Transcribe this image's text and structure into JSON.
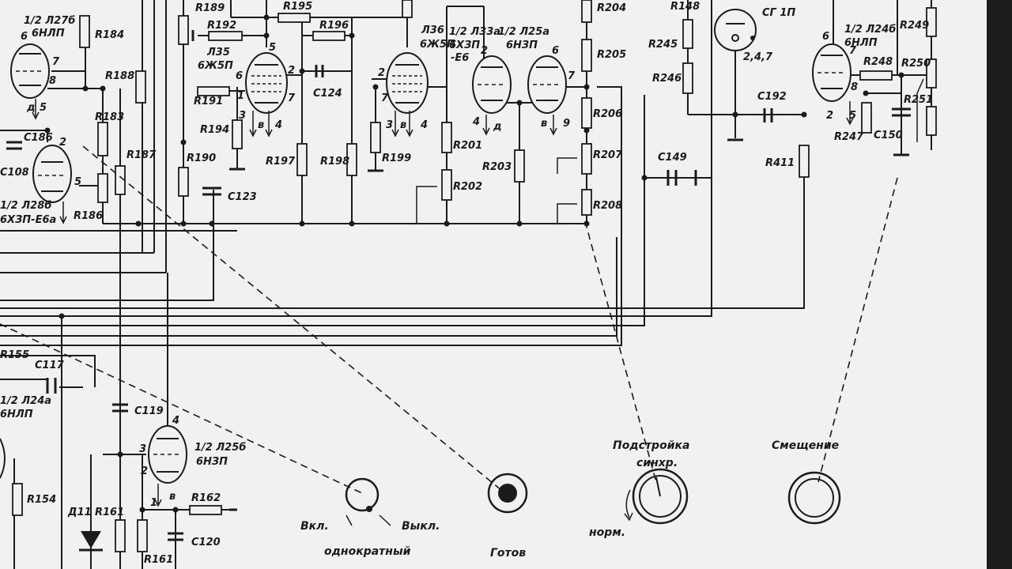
{
  "labels": {
    "l_r189": "R189",
    "l_r195": "R195",
    "l_r204": "R204",
    "l_r192": "R192",
    "l_r196": "R196",
    "l_r184": "R184",
    "l_r188": "R188",
    "l_r183": "R183",
    "l_r187": "R187",
    "l_r186": "R186",
    "l_r190": "R190",
    "l_r191": "R191",
    "l_r194": "R194",
    "l_r197": "R197",
    "l_r198": "R198",
    "l_r199": "R199",
    "l_r201": "R201",
    "l_r202": "R202",
    "l_r203": "R203",
    "l_r205": "R205",
    "l_r206": "R206",
    "l_r207": "R207",
    "l_r208": "R208",
    "l_r245": "R245",
    "l_r246": "R246",
    "l_r248": "R248",
    "l_r250": "R250",
    "l_r251": "R251",
    "l_r247": "R247",
    "l_r249": "R249",
    "l_r411": "R411",
    "l_r155": "R155",
    "l_r154": "R154",
    "l_r161a": "R161",
    "l_r161b": "R161",
    "l_r162": "R162",
    "l_c186": "C186",
    "l_c108": "C108",
    "l_c124": "C124",
    "l_c123": "C123",
    "l_c149": "C149",
    "l_c192": "C192",
    "l_c150": "C150",
    "l_c117": "C117",
    "l_c119": "C119",
    "l_c120": "C120",
    "l_d11": "Д11",
    "l_l27b": "1/2 Л27б",
    "l_bnp1": "6НЛП",
    "l_l28b": "1/2 Л28б",
    "l_bkhp_eva": "6ХЗП-Е6а",
    "l_l35": "Л35",
    "l_bzh5p1": "6Ж5П",
    "l_l36": "Л36",
    "l_bzh5p2": "6Ж5П",
    "l_l33a": "1/2 Л33а",
    "l_bkhp": "6ХЗП",
    "l_ev": "-Е6",
    "l_l25a": "1/2 Л25а",
    "l_bn3p": "6НЗП",
    "l_l24b": "1/2 Л24б",
    "l_bnp2": "6НЛП",
    "l_l24a": "1/2 Л24а",
    "l_bnp3": "6НЛП",
    "l_l25b": "1/2 Л25б",
    "l_bn3p2": "6НЗП",
    "l_sg1p": "СГ 1П",
    "l_247": "2,4,7",
    "l_r148": "R148",
    "k_vkl": "Вкл.",
    "k_vykl": "Выкл.",
    "k_odnokr": "однократный",
    "k_gotov": "Готов",
    "k_podstr1": "Подстройка",
    "k_podstr2": "синхр.",
    "k_norm": "норм.",
    "k_smesh": "Смещение",
    "p_6": "6",
    "p_7": "7",
    "p_8": "8",
    "p_d": "д",
    "p_5": "5",
    "p_2": "2",
    "p_5b": "5",
    "p_1": "1",
    "p_3": "3",
    "p_v": "в",
    "p_4": "4",
    "p_6b": "6",
    "p_2b": "2",
    "p_7b": "7",
    "p_5c": "5",
    "p_2c": "2",
    "p_7c": "7",
    "p_3b": "3",
    "p_vb": "в",
    "p_4b": "4",
    "p_2d": "2",
    "p_4c": "4",
    "p_dd": "д",
    "p_6c": "6",
    "p_7d": "7",
    "p_vc": "в",
    "p_9": "9",
    "p_6d": "6",
    "p_7e": "7",
    "p_8b": "8",
    "p_2e": "2",
    "p_5d": "5",
    "p_4d": "4",
    "p_3c": "3",
    "p_2f": "2",
    "p_1b": "1",
    "p_vd": "в"
  },
  "colors": {
    "ink": "#1b1b1b",
    "paper": "#f1f1ef",
    "border": "#1c1c1c"
  }
}
